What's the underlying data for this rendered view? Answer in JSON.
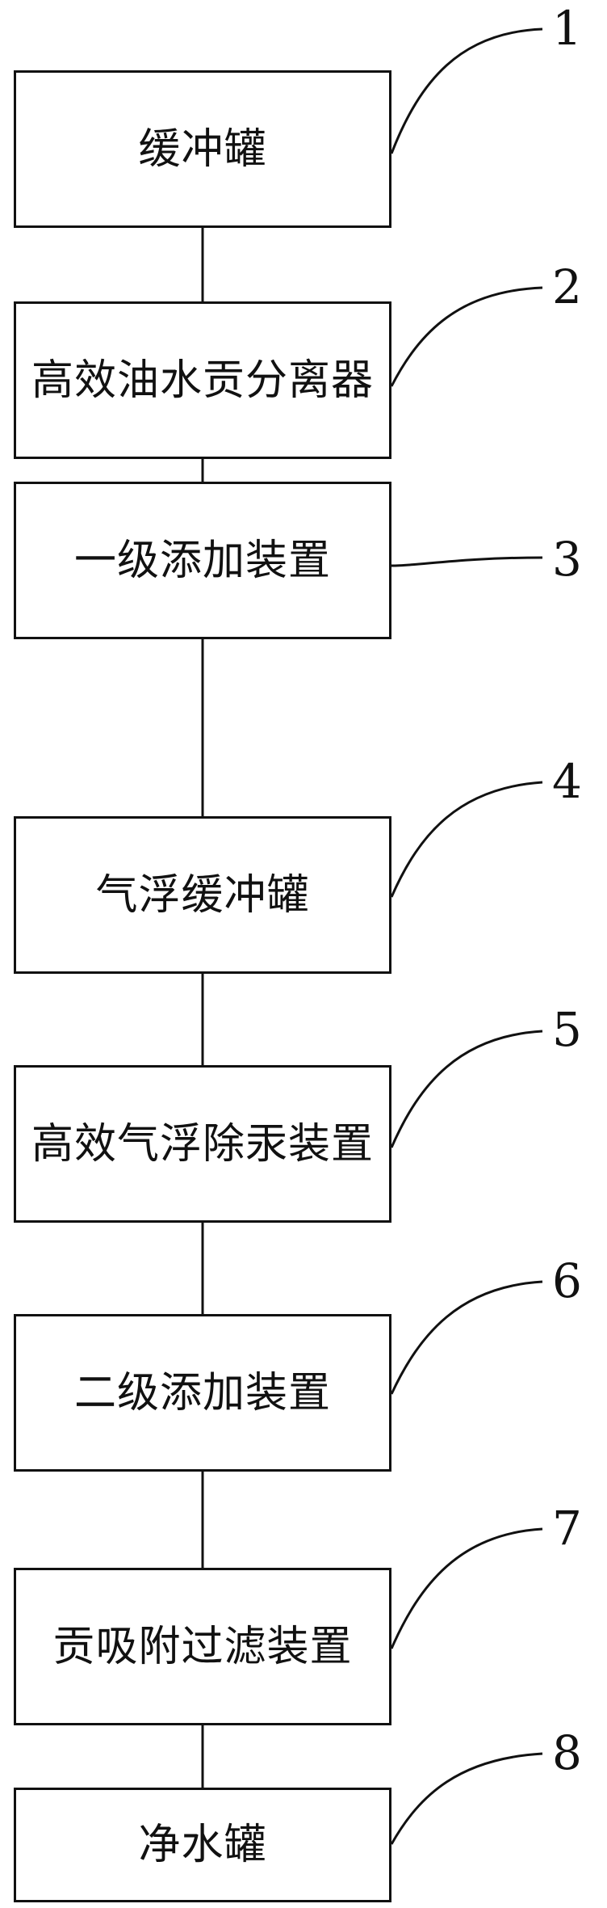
{
  "steps": [
    {
      "label": "缓冲罐",
      "ref": "1"
    },
    {
      "label": "高效油水贡分离器",
      "ref": "2"
    },
    {
      "label": "一级添加装置",
      "ref": "3"
    },
    {
      "label": "气浮缓冲罐",
      "ref": "4"
    },
    {
      "label": "高效气浮除汞装置",
      "ref": "5"
    },
    {
      "label": "二级添加装置",
      "ref": "6"
    },
    {
      "label": "贡吸附过滤装置",
      "ref": "7"
    },
    {
      "label": "净水罐",
      "ref": "8"
    }
  ]
}
